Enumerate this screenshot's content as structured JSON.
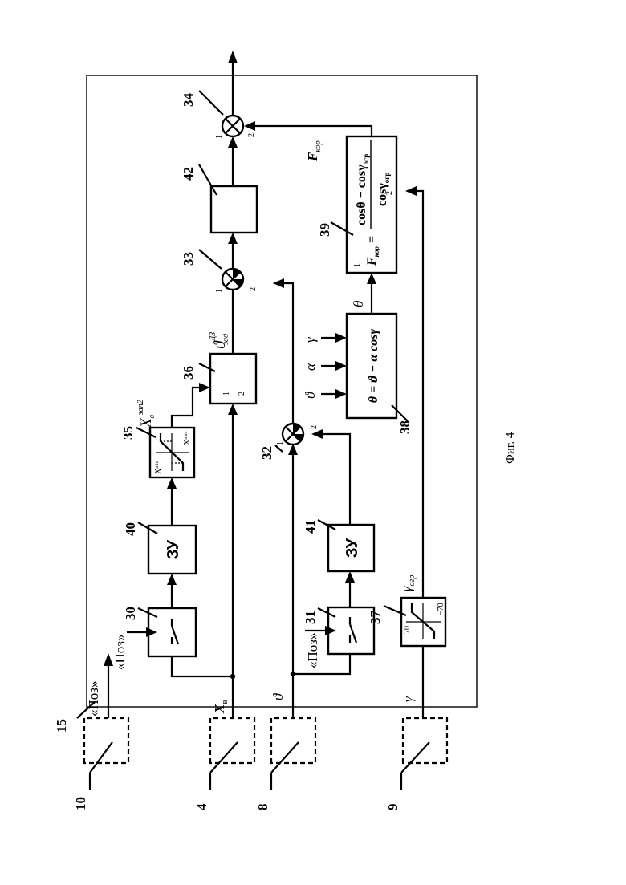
{
  "figure": {
    "caption": "Фиг. 4",
    "outer_block_label": "15"
  },
  "inputs": {
    "poz": {
      "source_label": "10",
      "signal": "«Поз»"
    },
    "xv": {
      "source_label": "4",
      "signal": "X",
      "signal_sub": "в"
    },
    "theta": {
      "source_label": "8",
      "signal": "ϑ"
    },
    "gamma": {
      "source_label": "9",
      "signal": "γ"
    }
  },
  "blocks": {
    "b30": {
      "label": "30",
      "control": "«Поз»"
    },
    "b31": {
      "label": "31",
      "control": "«Поз»"
    },
    "b40": {
      "label": "40",
      "text": "ЗУ"
    },
    "b41": {
      "label": "41",
      "text": "ЗУ"
    },
    "b35": {
      "label": "35",
      "in_lim": "X",
      "in_lim_sup": "max",
      "in_lim_low": "X",
      "in_lim_low_sup": "min",
      "out": "X",
      "out_sub": "в",
      "out_sup": "зап2"
    },
    "b36": {
      "label": "36",
      "port1": "1",
      "port2": "2",
      "out": "ϑ",
      "out_sup": "ДЗ",
      "out_sub": "зад"
    },
    "b32": {
      "label": "32",
      "port1": "1",
      "port2": "2"
    },
    "b33": {
      "label": "33",
      "port1": "1",
      "port2": "2"
    },
    "b42": {
      "label": "42"
    },
    "b34": {
      "label": "34",
      "port1": "1",
      "port2": "2"
    },
    "b37": {
      "label": "37",
      "lim_hi": "70",
      "lim_lo": "−70",
      "out": "γ",
      "out_sub": "огр"
    },
    "b38": {
      "label": "38",
      "formula": "θ = ϑ − α cosγ",
      "in1": "ϑ",
      "in2": "α",
      "in3": "γ",
      "out": "θ"
    },
    "b39": {
      "label": "39",
      "f_lhs": "F",
      "f_lhs_sub": "кор",
      "numerator": "cosθ − cosγ",
      "numerator_sub": "огр",
      "denominator": "cosγ",
      "denominator_sub": "огр",
      "port1": "1",
      "port2": "2"
    }
  },
  "signals": {
    "fkor": "F",
    "fkor_sub": "кор"
  }
}
